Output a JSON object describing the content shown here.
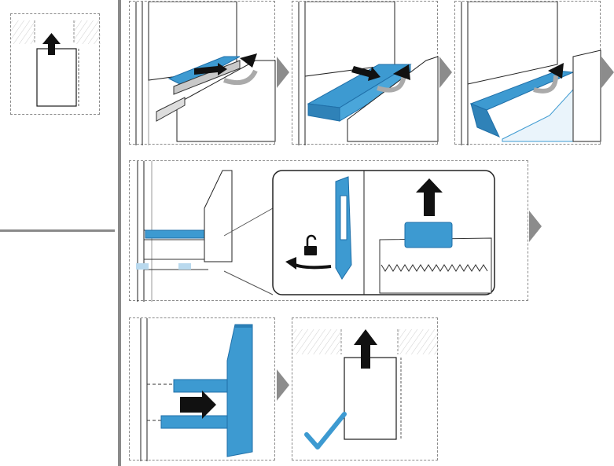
{
  "title": "",
  "colors": {
    "accent_blue": "#3d9ad1",
    "accent_blue_dark": "#1f6fa8",
    "check_blue": "#3d9ad1",
    "dash_gray": "#8a8a8a",
    "next_arrow_gray": "#8c8c8c",
    "line_dark": "#1a1a1a"
  },
  "icons": {
    "up_arrow": "up-arrow-icon",
    "right_arrow": "right-arrow-icon",
    "rotate_arrow": "rotate-arrow-icon",
    "padlock_open": "padlock-open-icon",
    "check": "check-mark-icon",
    "next_step": "next-step-chevron-icon"
  },
  "steps": [
    {
      "id": "overview"
    },
    {
      "id": "slide-drawer-out"
    },
    {
      "id": "lift-drawer"
    },
    {
      "id": "tilt-drawer"
    },
    {
      "id": "unlock-rail"
    },
    {
      "id": "push-rail-in"
    },
    {
      "id": "done-check"
    }
  ]
}
